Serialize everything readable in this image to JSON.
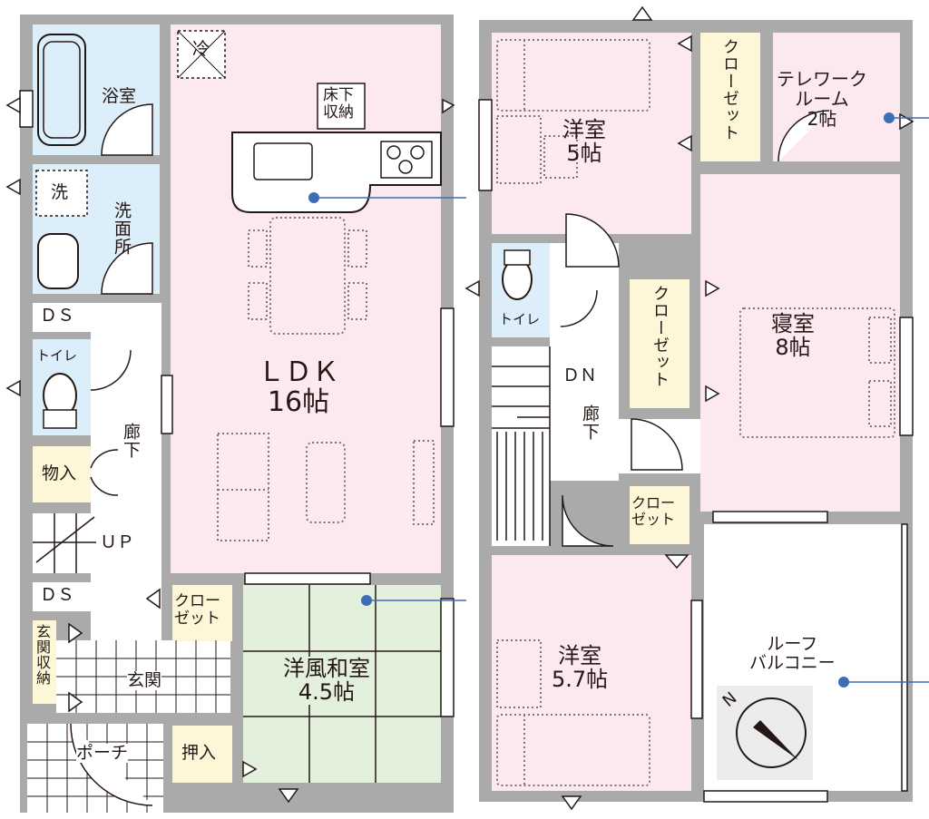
{
  "floor1": {
    "bath": "浴室",
    "washroom": "洗面所",
    "washer": "洗",
    "fridge": "冷",
    "underfloor_storage": [
      "床下",
      "収納"
    ],
    "ds_top": "ＤＳ",
    "toilet": "トイレ",
    "hallway": "廊下",
    "storage": "物入",
    "up": "ＵＰ",
    "ds_bottom": "ＤＳ",
    "entrance_storage": "玄関収納",
    "entrance": "玄関",
    "porch": "ポーチ",
    "ldk": {
      "name": "ＬＤＫ",
      "size": "16帖"
    },
    "closet": [
      "クロー",
      "ゼット"
    ],
    "washitsu": {
      "name": "洋風和室",
      "size": "4.5帖"
    },
    "oshiire": "押入"
  },
  "floor2": {
    "western_room_1": {
      "name": "洋室",
      "size": "5帖"
    },
    "closet_1": "クローゼット",
    "telework": {
      "name": [
        "テレワーク",
        "ルーム"
      ],
      "size": "2帖"
    },
    "toilet": "トイレ",
    "closet_2": "クローゼット",
    "bedroom": {
      "name": "寝室",
      "size": "8帖"
    },
    "dn": "ＤＮ",
    "hallway": "廊下",
    "closet_3": [
      "クロー",
      "ゼット"
    ],
    "western_room_2": {
      "name": "洋室",
      "size": "5.7帖"
    },
    "roof_balcony": [
      "ルーフ",
      "バルコニー"
    ],
    "compass": "N"
  },
  "colors": {
    "wall": "#aaaaaa",
    "pink": "#fce8ef",
    "blue": "#dbeef9",
    "green": "#e3f0dc",
    "cream": "#fdf7d8",
    "white": "#ffffff",
    "line": "#231815",
    "dot": "#777777",
    "marker": "#3d6db5"
  }
}
